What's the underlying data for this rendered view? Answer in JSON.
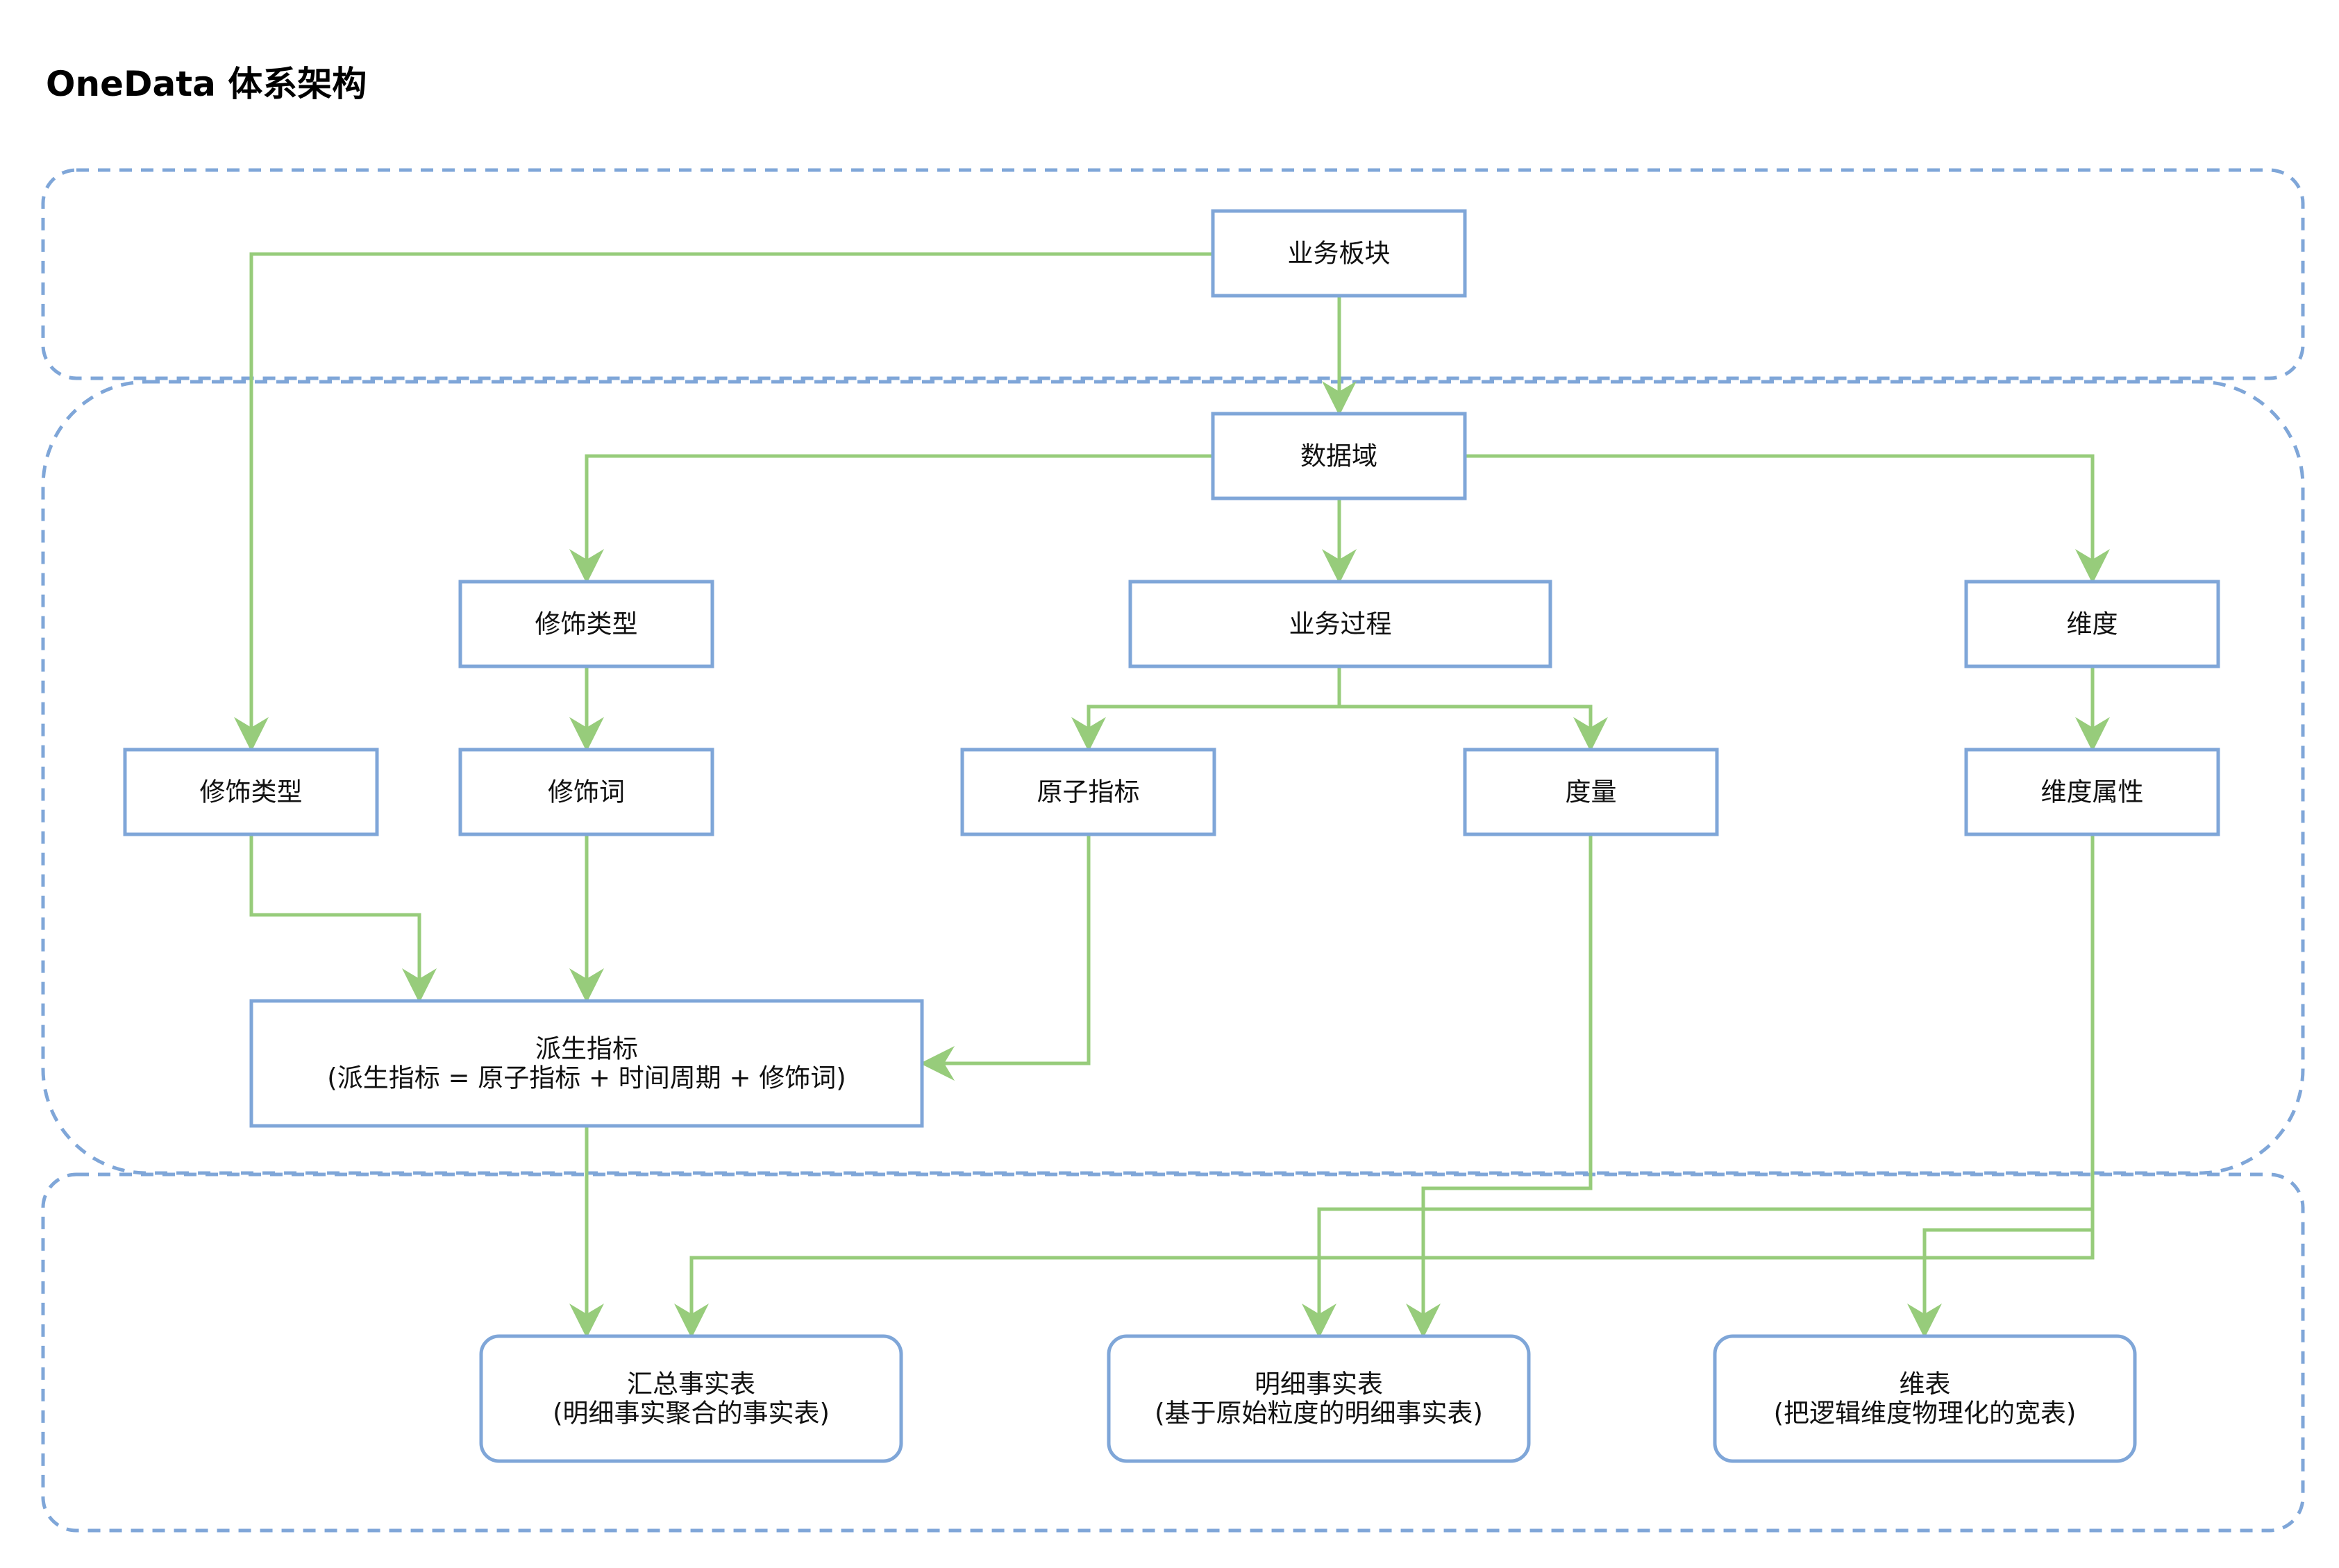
{
  "title": "OneData 体系架构",
  "colors": {
    "node_border": "#7FA6D8",
    "edge": "#97CC7B",
    "region_border": "#7FA6D8",
    "background": "#FFFFFF",
    "text": "#111111"
  },
  "regions": [
    {
      "id": "region-top",
      "shape": "rounded-rectangle",
      "style": "dashed"
    },
    {
      "id": "region-middle",
      "shape": "rounded-rectangle",
      "style": "dashed"
    },
    {
      "id": "region-bottom",
      "shape": "rounded-rectangle",
      "style": "dashed"
    }
  ],
  "nodes": [
    {
      "id": "business-block",
      "lines": [
        "业务板块"
      ],
      "style": "square"
    },
    {
      "id": "data-domain",
      "lines": [
        "数据域"
      ],
      "style": "square"
    },
    {
      "id": "modifier-type-1",
      "lines": [
        "修饰类型"
      ],
      "style": "square"
    },
    {
      "id": "business-process",
      "lines": [
        "业务过程"
      ],
      "style": "square"
    },
    {
      "id": "dimension",
      "lines": [
        "维度"
      ],
      "style": "square"
    },
    {
      "id": "modifier-type-2",
      "lines": [
        "修饰类型"
      ],
      "style": "square"
    },
    {
      "id": "modifier-word",
      "lines": [
        "修饰词"
      ],
      "style": "square"
    },
    {
      "id": "atomic-metric",
      "lines": [
        "原子指标"
      ],
      "style": "square"
    },
    {
      "id": "measure",
      "lines": [
        "度量"
      ],
      "style": "square"
    },
    {
      "id": "dimension-attribute",
      "lines": [
        "维度属性"
      ],
      "style": "square"
    },
    {
      "id": "derived-metric",
      "lines": [
        "派生指标",
        "(派生指标 = 原子指标 + 时间周期 + 修饰词)"
      ],
      "style": "square"
    },
    {
      "id": "summary-fact-table",
      "lines": [
        "汇总事实表",
        "(明细事实聚合的事实表)"
      ],
      "style": "rounded"
    },
    {
      "id": "detail-fact-table",
      "lines": [
        "明细事实表",
        "(基于原始粒度的明细事实表)"
      ],
      "style": "rounded"
    },
    {
      "id": "dimension-table",
      "lines": [
        "维表",
        "(把逻辑维度物理化的宽表)"
      ],
      "style": "rounded"
    }
  ],
  "edges": [
    {
      "from": "business-block",
      "to": "modifier-type-2"
    },
    {
      "from": "business-block",
      "to": "data-domain"
    },
    {
      "from": "data-domain",
      "to": "modifier-type-1"
    },
    {
      "from": "data-domain",
      "to": "business-process"
    },
    {
      "from": "data-domain",
      "to": "dimension"
    },
    {
      "from": "modifier-type-1",
      "to": "modifier-word"
    },
    {
      "from": "business-process",
      "to": "atomic-metric"
    },
    {
      "from": "business-process",
      "to": "measure"
    },
    {
      "from": "dimension",
      "to": "dimension-attribute"
    },
    {
      "from": "modifier-type-2",
      "to": "derived-metric"
    },
    {
      "from": "modifier-word",
      "to": "derived-metric"
    },
    {
      "from": "atomic-metric",
      "to": "derived-metric"
    },
    {
      "from": "derived-metric",
      "to": "summary-fact-table"
    },
    {
      "from": "measure",
      "to": "detail-fact-table"
    },
    {
      "from": "dimension-attribute",
      "to": "detail-fact-table"
    },
    {
      "from": "dimension-attribute",
      "to": "summary-fact-table"
    },
    {
      "from": "dimension-attribute",
      "to": "dimension-table"
    }
  ]
}
